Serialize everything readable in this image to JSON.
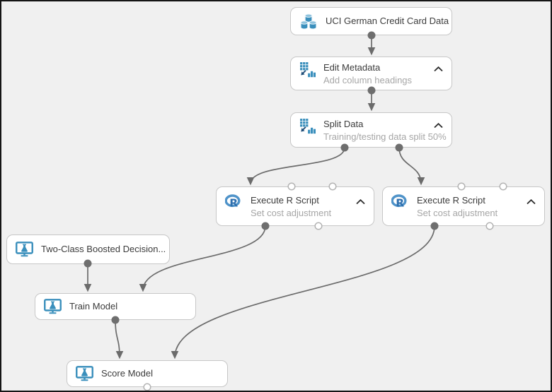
{
  "canvas": {
    "description": "Machine learning experiment workflow canvas",
    "background": "#f0f0f0",
    "accent_blue": "#3a8fbc",
    "connector_color": "#6b6b6b"
  },
  "nodes": [
    {
      "title": "UCI German Credit Card Data",
      "subtitle": "",
      "icon": "database-icon"
    },
    {
      "title": "Edit Metadata",
      "subtitle": "Add column headings",
      "icon": "table-transform-icon",
      "collapsible": true
    },
    {
      "title": "Split Data",
      "subtitle": "Training/testing data split 50%",
      "icon": "table-transform-icon",
      "collapsible": true
    },
    {
      "title": "Execute R Script",
      "subtitle": "Set cost adjustment",
      "icon": "r-logo-icon",
      "collapsible": true
    },
    {
      "title": "Execute R Script",
      "subtitle": "Set cost adjustment",
      "icon": "r-logo-icon",
      "collapsible": true
    },
    {
      "title": "Two-Class Boosted Decision...",
      "subtitle": "",
      "icon": "ml-model-icon"
    },
    {
      "title": "Train Model",
      "subtitle": "",
      "icon": "ml-model-icon"
    },
    {
      "title": "Score Model",
      "subtitle": "",
      "icon": "ml-model-icon"
    }
  ],
  "connections": [
    {
      "from": "UCI German Credit Card Data",
      "to": "Edit Metadata"
    },
    {
      "from": "Edit Metadata",
      "to": "Split Data"
    },
    {
      "from": "Split Data output 1",
      "to": "Execute R Script (left) input 1"
    },
    {
      "from": "Split Data output 2",
      "to": "Execute R Script (right) input 1"
    },
    {
      "from": "Execute R Script (left) output 1",
      "to": "Train Model input 2"
    },
    {
      "from": "Two-Class Boosted Decision...",
      "to": "Train Model input 1"
    },
    {
      "from": "Train Model output",
      "to": "Score Model input 1"
    },
    {
      "from": "Execute R Script (right) output 1",
      "to": "Score Model input 2"
    }
  ]
}
